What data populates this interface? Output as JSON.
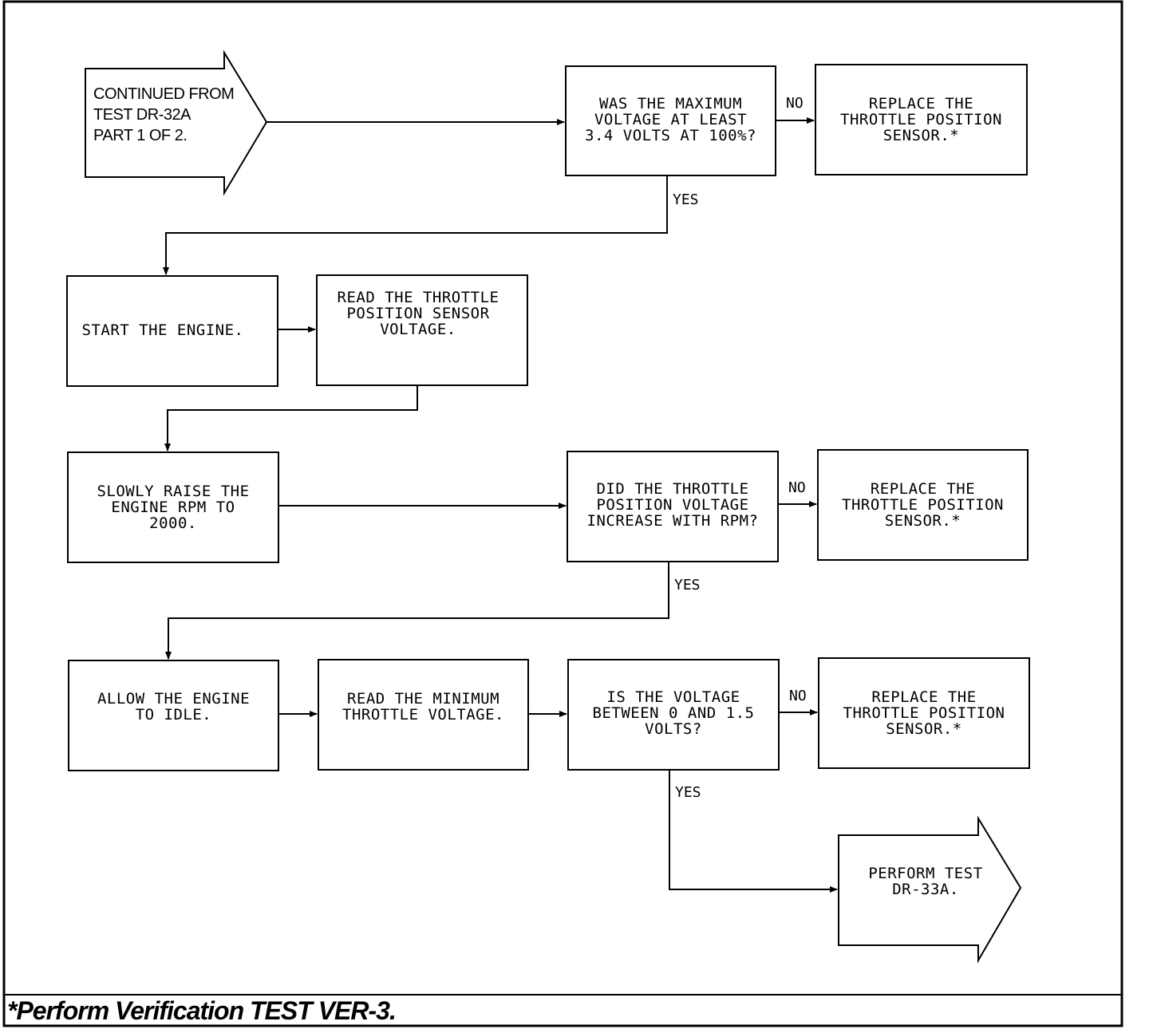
{
  "nodes": {
    "continued": {
      "lines": [
        "CONTINUED FROM",
        "TEST DR-32A",
        "PART 1 OF 2."
      ]
    },
    "q_max_voltage": {
      "lines": [
        "WAS THE MAXIMUM",
        "VOLTAGE AT LEAST",
        "3.4 VOLTS AT 100%?"
      ]
    },
    "replace_1": {
      "lines": [
        "REPLACE THE",
        "THROTTLE POSITION",
        "SENSOR.*"
      ]
    },
    "start_engine": {
      "lines": [
        "START THE ENGINE."
      ]
    },
    "read_tps": {
      "lines": [
        "READ THE THROTTLE",
        "POSITION SENSOR",
        "VOLTAGE."
      ]
    },
    "raise_rpm": {
      "lines": [
        "SLOWLY RAISE THE",
        "ENGINE RPM TO",
        "2000."
      ]
    },
    "q_increase": {
      "lines": [
        "DID THE THROTTLE",
        "POSITION VOLTAGE",
        "INCREASE WITH RPM?"
      ]
    },
    "replace_2": {
      "lines": [
        "REPLACE THE",
        "THROTTLE POSITION",
        "SENSOR.*"
      ]
    },
    "idle": {
      "lines": [
        "ALLOW THE ENGINE",
        "TO IDLE."
      ]
    },
    "read_min": {
      "lines": [
        "READ THE MINIMUM",
        "THROTTLE VOLTAGE."
      ]
    },
    "q_between": {
      "lines": [
        "IS THE VOLTAGE",
        "BETWEEN 0 AND 1.5",
        "VOLTS?"
      ]
    },
    "replace_3": {
      "lines": [
        "REPLACE THE",
        "THROTTLE POSITION",
        "SENSOR.*"
      ]
    },
    "perform": {
      "lines": [
        "PERFORM TEST",
        "DR-33A."
      ]
    }
  },
  "edge_labels": {
    "no_1": "NO",
    "yes_1": "YES",
    "no_2": "NO",
    "yes_2": "YES",
    "no_3": "NO",
    "yes_3": "YES"
  },
  "footnote": "*Perform Verification TEST VER-3."
}
